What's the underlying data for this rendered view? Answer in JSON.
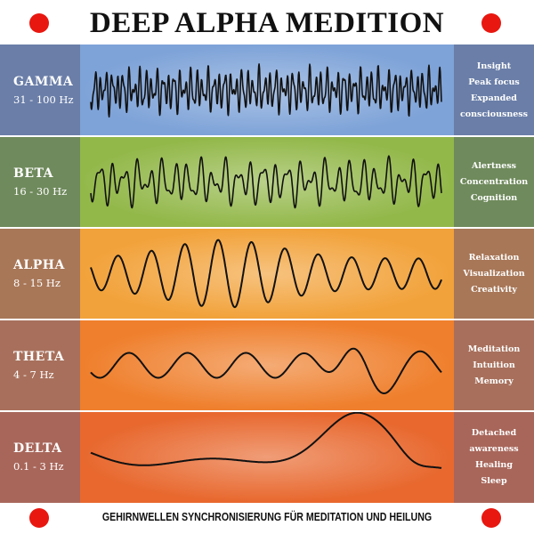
{
  "title": "DEEP ALPHA MEDITION",
  "footer": "GEHIRNWELLEN  SYNCHRONISIERUNG FÜR MEDITATION UND HEILUNG",
  "colors": {
    "dot": "#e8170f"
  },
  "bands": [
    {
      "id": "gamma",
      "name": "GAMMA",
      "range": "31 - 100 Hz",
      "effects": [
        "Insight",
        "Peak focus",
        "Expanded",
        "consciousness"
      ],
      "left_color": "#6a7ea8",
      "center_color": "#7ea3d8",
      "right_color": "#6a7ea8",
      "amplitude": "high-frequency"
    },
    {
      "id": "beta",
      "name": "BETA",
      "range": "16 - 30 Hz",
      "effects": [
        "Alertness",
        "Concentration",
        "Cognition"
      ],
      "left_color": "#6f8a5c",
      "center_color": "#93b84a",
      "right_color": "#6f8a5c",
      "amplitude": "medium-high-frequency"
    },
    {
      "id": "alpha",
      "name": "ALPHA",
      "range": "8 - 15 Hz",
      "effects": [
        "Relaxation",
        "Visualization",
        "Creativity"
      ],
      "left_color": "#a87758",
      "center_color": "#f2a23a",
      "right_color": "#a87758",
      "amplitude": "medium-frequency"
    },
    {
      "id": "theta",
      "name": "THETA",
      "range": "4 - 7 Hz",
      "effects": [
        "Meditation",
        "Intuition",
        "Memory"
      ],
      "left_color": "#a8705c",
      "center_color": "#ef7f2c",
      "right_color": "#a8705c",
      "amplitude": "low-frequency"
    },
    {
      "id": "delta",
      "name": "DELTA",
      "range": "0.1 - 3 Hz",
      "effects": [
        "Detached",
        "awareness",
        "Healing",
        "Sleep"
      ],
      "left_color": "#a8665a",
      "center_color": "#e8682e",
      "right_color": "#a8665a",
      "amplitude": "very-low-frequency"
    }
  ]
}
